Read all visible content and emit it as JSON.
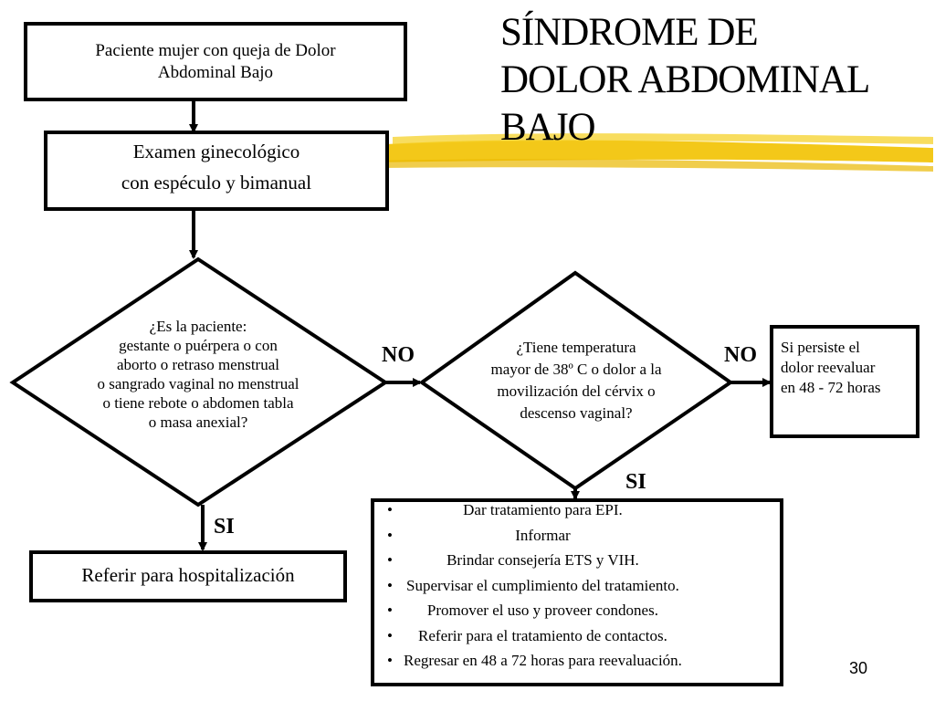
{
  "title": {
    "line1": "SÍNDROME DE",
    "line2": "DOLOR ABDOMINAL",
    "line3": "BAJO"
  },
  "nodes": {
    "start": {
      "line1": "Paciente mujer con queja de Dolor",
      "line2": "Abdominal Bajo"
    },
    "exam": {
      "line1": "Examen ginecológico",
      "line2": "con espéculo y bimanual"
    },
    "decision1": {
      "lines": [
        "¿Es la paciente:",
        "gestante o puérpera o con",
        "aborto o retraso menstrual",
        "o sangrado vaginal no menstrual",
        "o tiene rebote o abdomen tabla",
        "o masa anexial?"
      ]
    },
    "decision2": {
      "lines": [
        "¿Tiene temperatura",
        "mayor de 38º C o dolor a la",
        "movilización del cérvix o",
        "descenso vaginal?"
      ]
    },
    "reevaluate": {
      "line1": "Si persiste el",
      "line2": "dolor reevaluar",
      "line3": "en 48 - 72 horas"
    },
    "hospital": {
      "text": "Referir para hospitalización"
    },
    "treatment": {
      "items": [
        "Dar tratamiento para EPI.",
        "Informar",
        "Brindar consejería ETS y VIH.",
        "Supervisar el cumplimiento del tratamiento.",
        "Promover el uso y proveer condones.",
        "Referir para el tratamiento de contactos.",
        "Regresar en 48 a 72 horas para reevaluación."
      ]
    }
  },
  "labels": {
    "no1": "NO",
    "no2": "NO",
    "si1": "SI",
    "si2": "SI"
  },
  "page_number": "30",
  "colors": {
    "highlight": "#f2c200",
    "line": "#000000"
  }
}
